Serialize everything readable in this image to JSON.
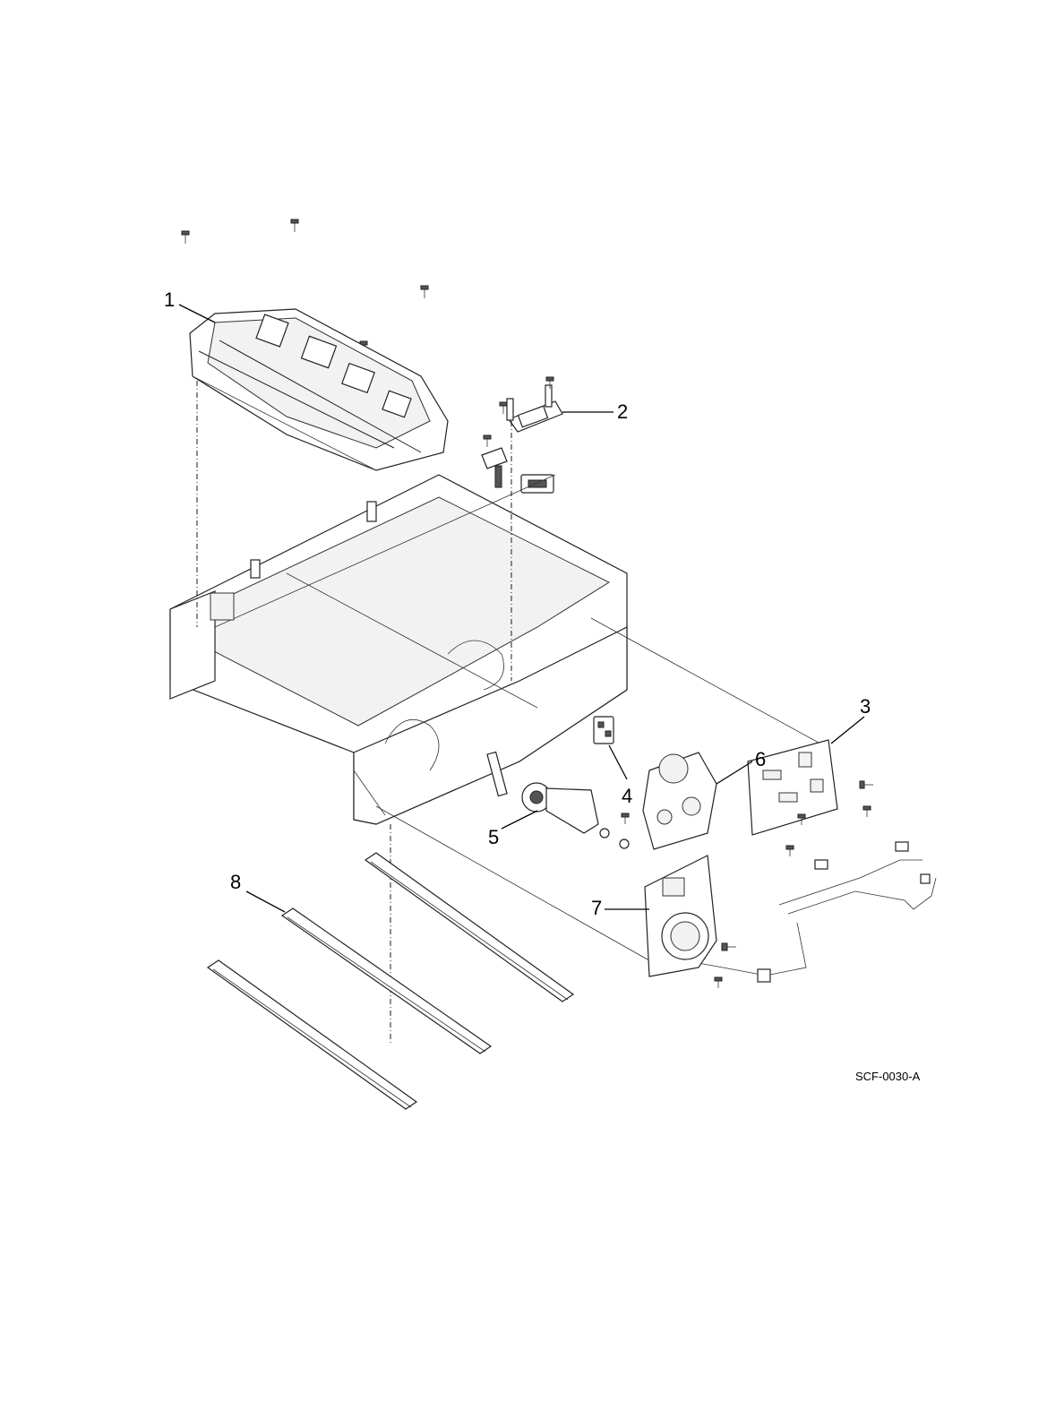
{
  "document_id": "SCF-0030-A",
  "callouts": [
    {
      "key": "c1",
      "label": "1"
    },
    {
      "key": "c2",
      "label": "2"
    },
    {
      "key": "c3",
      "label": "3"
    },
    {
      "key": "c4",
      "label": "4"
    },
    {
      "key": "c5",
      "label": "5"
    },
    {
      "key": "c6",
      "label": "6"
    },
    {
      "key": "c7",
      "label": "7"
    },
    {
      "key": "c8",
      "label": "8"
    }
  ]
}
